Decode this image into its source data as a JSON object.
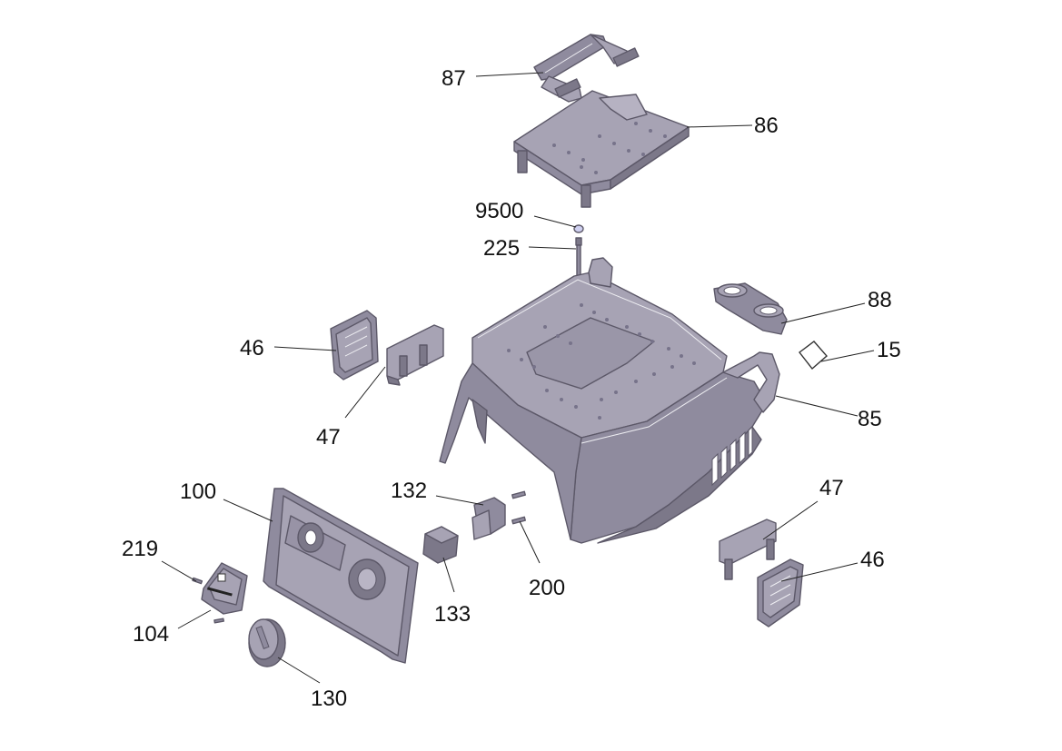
{
  "colors": {
    "background": "#ffffff",
    "part_light": "#a7a3b4",
    "part_mid": "#8f8b9e",
    "part_dark": "#7c7889",
    "label_text": "#111111"
  },
  "callouts": {
    "c87": "87",
    "c86": "86",
    "c9500": "9500",
    "c225": "225",
    "c88": "88",
    "c15": "15",
    "c85": "85",
    "c46_left": "46",
    "c47_left": "47",
    "c100": "100",
    "c132": "132",
    "c47_right": "47",
    "c219": "219",
    "c200": "200",
    "c46_right": "46",
    "c133": "133",
    "c104": "104",
    "c130": "130"
  }
}
